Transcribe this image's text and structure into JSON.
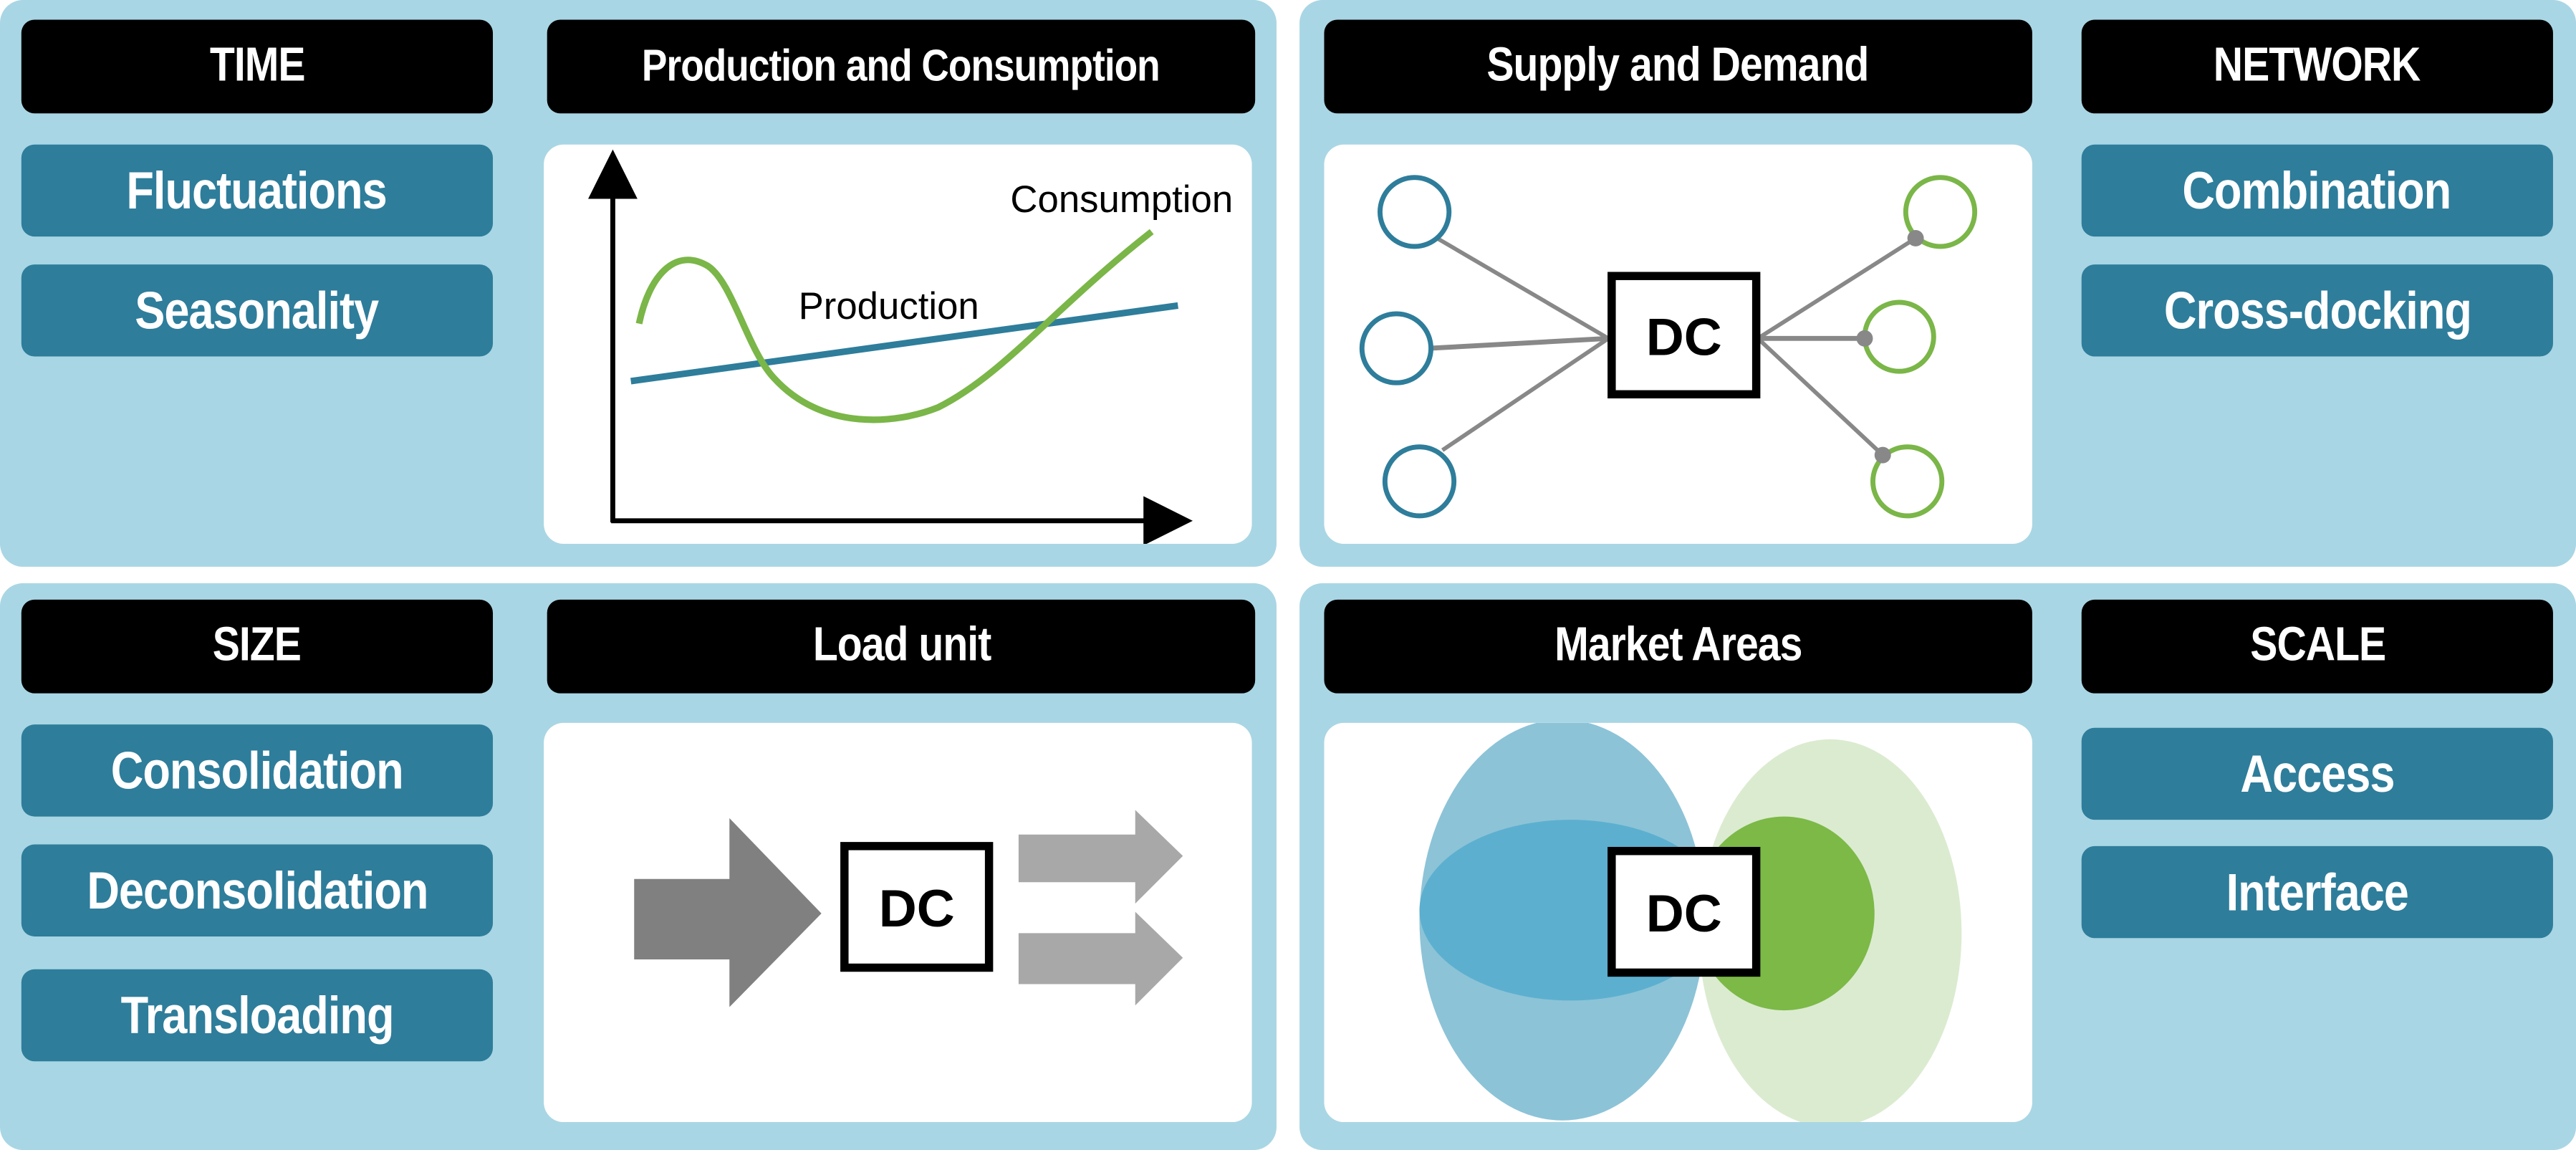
{
  "quadrants": {
    "time": {
      "category": "TIME",
      "topic": "Production and Consumption",
      "items": [
        "Fluctuations",
        "Seasonality"
      ],
      "graphic": {
        "series_labels": {
          "production": "Production",
          "consumption": "Consumption"
        }
      }
    },
    "network": {
      "category": "NETWORK",
      "topic": "Supply and Demand",
      "items": [
        "Combination",
        "Cross-docking"
      ],
      "graphic": {
        "center_label": "DC",
        "supply_nodes": 3,
        "demand_nodes": 3
      }
    },
    "size": {
      "category": "SIZE",
      "topic": "Load unit",
      "items": [
        "Consolidation",
        "Deconsolidation",
        "Transloading"
      ],
      "graphic": {
        "center_label": "DC",
        "inbound_arrows": 1,
        "outbound_arrows": 2
      }
    },
    "scale": {
      "category": "SCALE",
      "topic": "Market Areas",
      "items": [
        "Access",
        "Interface"
      ],
      "graphic": {
        "center_label": "DC"
      }
    }
  },
  "colors": {
    "panel_bg": "#a9d6e4",
    "header_bg": "#000000",
    "item_bg": "#2e7d9b",
    "blue": "#2e7d9b",
    "green": "#7ab648",
    "connector_gray": "#888888",
    "arrow_dark": "#808080",
    "arrow_light": "#a8a8a8",
    "area_blue_outer": "#8cc3d7",
    "area_blue_inner": "#5cafcf",
    "area_green_outer": "#dbebd0",
    "area_green_inner": "#7cb947"
  }
}
